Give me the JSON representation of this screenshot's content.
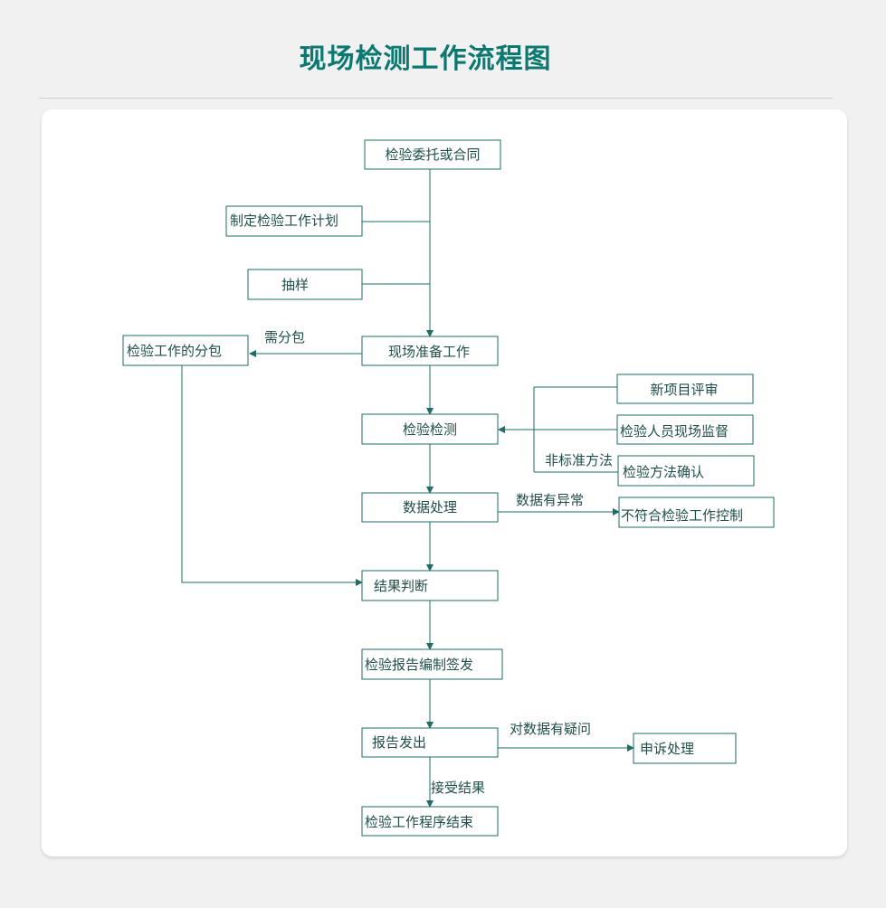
{
  "title": "现场检测工作流程图",
  "nodes": {
    "entrust": "检验委托或合同",
    "plan": "制定检验工作计划",
    "sampling": "抽样",
    "prepare": "现场准备工作",
    "subcontract": "检验工作的分包",
    "review": "新项目评审",
    "supervise": "检验人员现场监督",
    "method": "检验方法确认",
    "inspect": "检验检测",
    "data": "数据处理",
    "nonconform": "不符合检验工作控制",
    "judge": "结果判断",
    "report": "检验报告编制签发",
    "issue": "报告发出",
    "appeal": "申诉处理",
    "end": "检验工作程序结束"
  },
  "edge_labels": {
    "need_subcontract": "需分包",
    "nonstandard": "非标准方法",
    "data_abnormal": "数据有异常",
    "doubt": "对数据有疑问",
    "accept": "接受结果"
  },
  "colors": {
    "title": "#0a7a70",
    "line": "#1b6f66",
    "text": "#1e4f4a"
  }
}
